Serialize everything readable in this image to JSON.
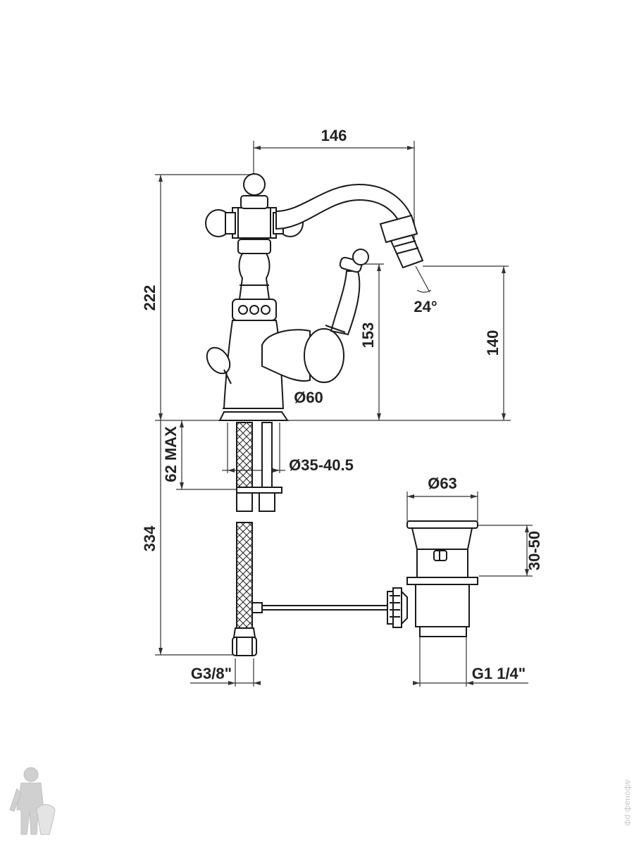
{
  "dimensions": {
    "total_reach": "146",
    "total_height": "222",
    "spout_height": "153",
    "outlet_height": "140",
    "spout_angle": "24°",
    "base_diameter": "Ø60",
    "hole_diameter": "Ø35-40.5",
    "max_deck_thickness": "62 MAX",
    "hose_length": "334",
    "hose_thread": "G3/8\"",
    "plug_diameter": "Ø63",
    "plug_lift": "30-50",
    "waste_thread": "G1 1/4\""
  },
  "watermark": {
    "text": "афонаф.рф"
  },
  "colors": {
    "line": "#1a1a1a",
    "dim_line": "#333333",
    "watermark": "#c8c8c8"
  }
}
